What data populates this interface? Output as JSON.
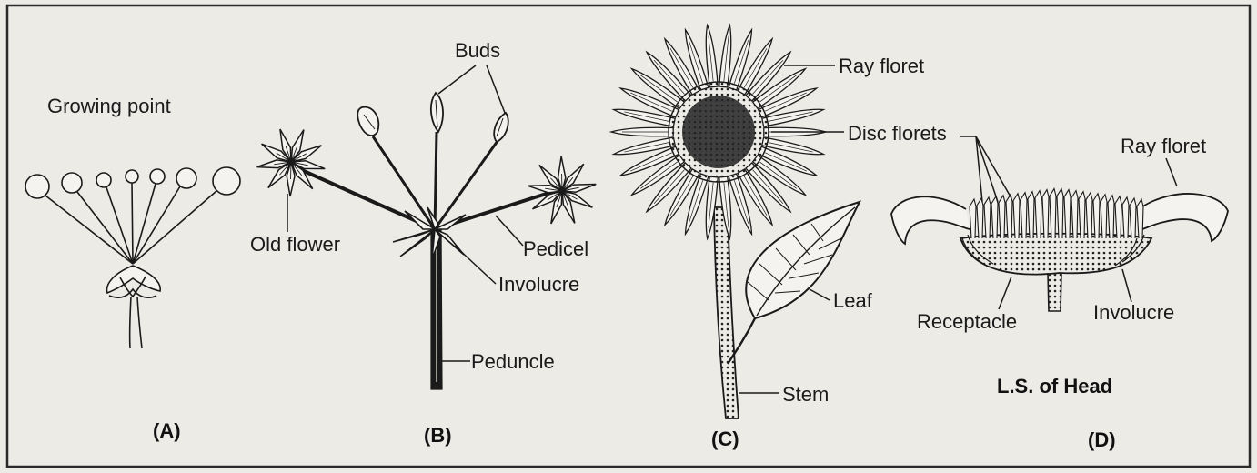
{
  "colors": {
    "paper": "#ecebe6",
    "ink": "#1a1a1a",
    "frame": "#2a2a2a"
  },
  "panel_a": {
    "caption": "(A)",
    "labels": {
      "growing_point": "Growing point"
    }
  },
  "panel_b": {
    "caption": "(B)",
    "labels": {
      "buds": "Buds",
      "old_flower": "Old flower",
      "pedicel": "Pedicel",
      "involucre": "Involucre",
      "peduncle": "Peduncle"
    }
  },
  "panel_c": {
    "caption": "(C)",
    "labels": {
      "ray_floret": "Ray floret",
      "disc_florets": "Disc florets",
      "leaf": "Leaf",
      "stem": "Stem"
    }
  },
  "panel_d": {
    "caption": "(D)",
    "title": "L.S. of Head",
    "labels": {
      "ray_floret": "Ray floret",
      "receptacle": "Receptacle",
      "involucre": "Involucre"
    }
  }
}
